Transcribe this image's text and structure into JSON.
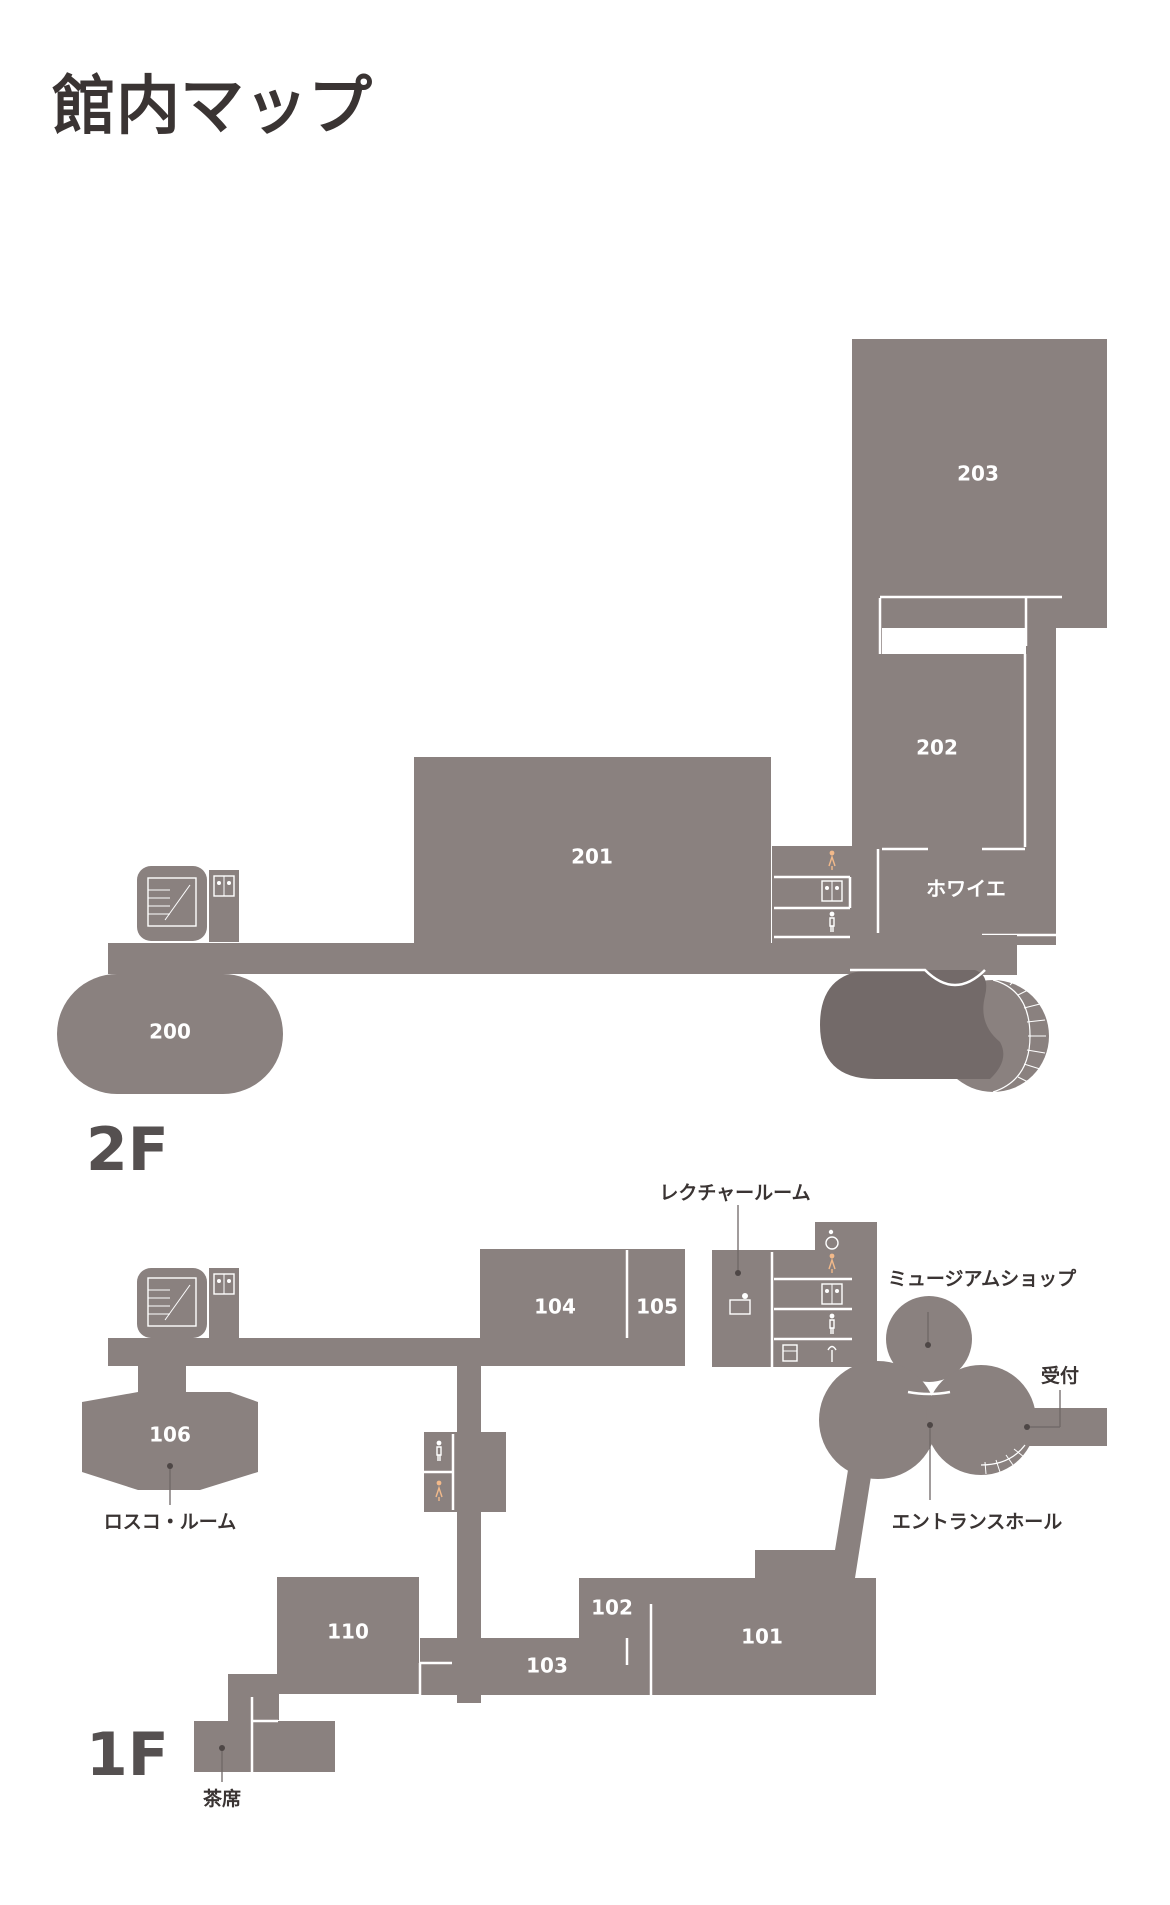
{
  "title": "館内マップ",
  "floors": {
    "f2": {
      "label": "2F",
      "rooms": {
        "r200": "200",
        "r201": "201",
        "r202": "202",
        "r203": "203",
        "foyer": "ホワイエ"
      }
    },
    "f1": {
      "label": "1F",
      "rooms": {
        "r101": "101",
        "r102": "102",
        "r103": "103",
        "r104": "104",
        "r105": "105",
        "r106": "106",
        "r110": "110"
      },
      "callouts": {
        "lecture_room": "レクチャールーム",
        "museum_shop": "ミュージアムショップ",
        "reception": "受付",
        "entrance_hall": "エントランスホール",
        "rothko_room": "ロスコ・ルーム",
        "tea_room": "茶席"
      }
    }
  },
  "icons": [
    "stairs-icon",
    "elevator-icon",
    "restroom-female-icon",
    "restroom-male-icon",
    "accessible-restroom-icon",
    "locker-icon",
    "drinking-fountain-icon",
    "nursing-room-icon"
  ],
  "colors": {
    "room_fill": "#8a817f",
    "dark_fill": "#736a69",
    "text": "#3a3433",
    "floor_label": "#555050",
    "female_icon": "#f2b98a"
  }
}
